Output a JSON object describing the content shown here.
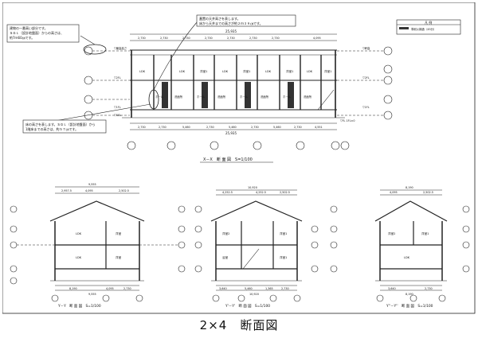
{
  "caption": "2×4　断面図",
  "legend": {
    "title": "凡 例",
    "item": "準耐火構造（45分）"
  },
  "notes": {
    "top_left": [
      "建物の一番高い部分です。",
      "ＳＧＬ（設計地盤面）からの高さは、",
      "約7ｍ60㎝です。"
    ],
    "top_center": [
      "蓋置の天井高さを表します。",
      "床から天井までの高さが約２ｍ３９㎝です。"
    ],
    "bottom_left": [
      "床の高さを表します。ＳＧＬ（設計地盤面）から",
      "1階床までの高さは、約５７㎝です。"
    ]
  },
  "titles": {
    "xx": "X－X　断 面 図　S=1/100",
    "yy": "Y－Y　断 面 図　S=1/100",
    "yy2": "Y'－Y'　断 面 図　S=1/100",
    "yy3": "Y''－Y''　断 面 図　S=1/100"
  },
  "levels": [
    "▽最高高さ",
    "▽軒高",
    "▽2FL",
    "▽1FL",
    "▽SGL",
    "▽GL"
  ],
  "room_labels": {
    "upper": [
      "LDK",
      "LDK",
      "洋室1",
      "LDK",
      "洋室1",
      "LDK",
      "洋室1",
      "LDK",
      "洋室1"
    ],
    "lower": [
      "ホール",
      "洗面所",
      "ホール",
      "洗面所",
      "ホール",
      "洗面所",
      "ホール",
      "洗面所"
    ],
    "yy_labels": [
      "LDK",
      "洋室",
      "LDK",
      "洋室"
    ],
    "yy2_labels": [
      "洋室2",
      "洋室1",
      "浴室",
      "洋室1"
    ],
    "yy3_labels": [
      "洋室2",
      "洋室1",
      "LDK"
    ]
  },
  "dims": {
    "xx_top": [
      "25,935",
      "2,730",
      "2,730",
      "2,730",
      "2,730",
      "2,730",
      "2,730",
      "2,730",
      "4,095"
    ],
    "xx_bottom": [
      "2,730",
      "2,730",
      "5,460",
      "2,730",
      "5,460",
      "2,730",
      "5,460",
      "2,730",
      "4,551",
      "25,935"
    ],
    "yy_top": [
      "9,555",
      "2,957.5",
      "4,095",
      "2,502.5"
    ],
    "yy_bottom": [
      "8,190",
      "4,095",
      "2,730",
      "9,555"
    ],
    "yy2_top": [
      "10,920",
      "4,252.5",
      "4,252.5",
      "2,502.5"
    ],
    "yy2_bottom": [
      "3,640",
      "5,460",
      "1,365",
      "2,730",
      "10,920"
    ],
    "yy3_top": [
      "8,190",
      "4,095",
      "2,502.5"
    ],
    "yy3_bottom": [
      "3,640",
      "2,730",
      "8,190"
    ]
  },
  "misc": {
    "fl": "▽FL 1FL±0"
  }
}
